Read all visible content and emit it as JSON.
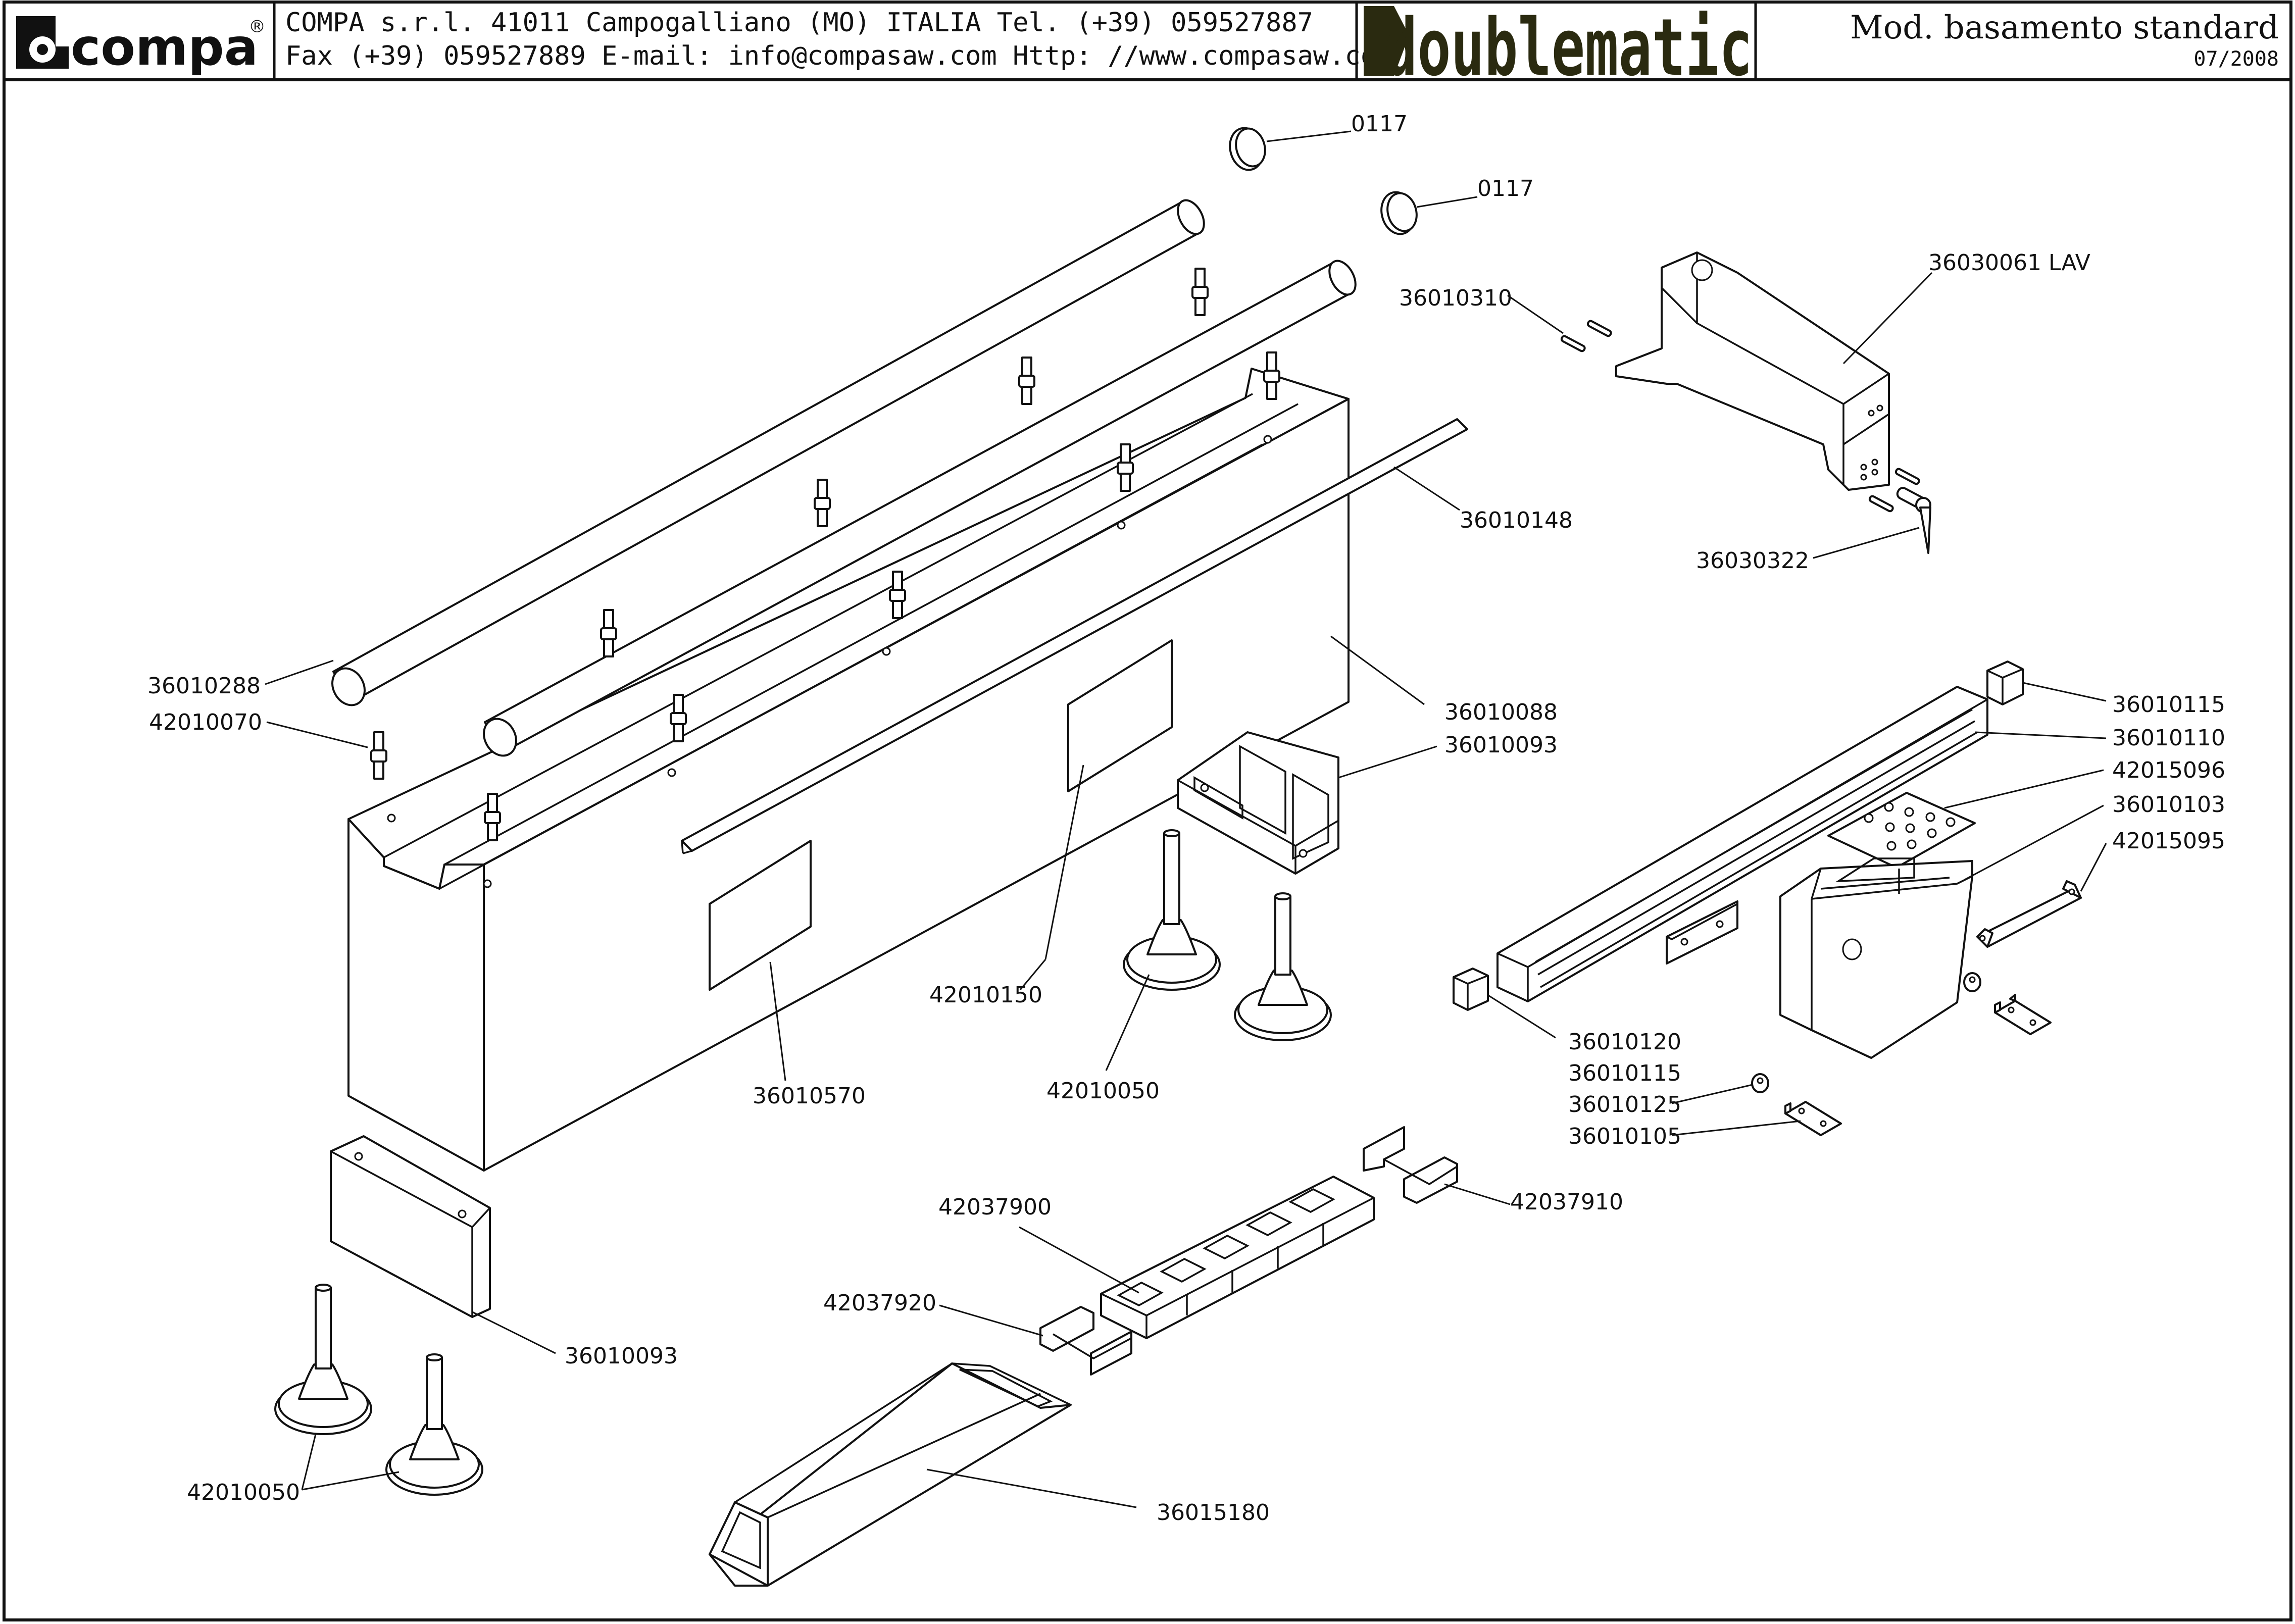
{
  "header": {
    "brand": "compa",
    "brand_mark": "®",
    "address_line1": "COMPA s.r.l. 41011 Campogalliano (MO) ITALIA Tel. (+39) 059527887",
    "address_line2": "Fax (+39) 059527889 E-mail: info@compasaw.com Http: //www.compasaw.com",
    "product_logo": "doublematic",
    "model": "Mod. basamento standard",
    "date": "07/2008"
  },
  "labels": {
    "p0117_a": "0117",
    "p0117_b": "0117",
    "p36010310": "36010310",
    "p36030061": "36030061 LAV",
    "p36010148": "36010148",
    "p36030322": "36030322",
    "p36010288": "36010288",
    "p42010070": "42010070",
    "p36010088": "36010088",
    "p36010093_a": "36010093",
    "p36010115_a": "36010115",
    "p36010110": "36010110",
    "p42015096": "42015096",
    "p36010103": "36010103",
    "p42015095": "42015095",
    "p42010150": "42010150",
    "p36010570": "36010570",
    "p42010050_a": "42010050",
    "p36010120": "36010120",
    "p36010115_b": "36010115",
    "p36010125": "36010125",
    "p36010105": "36010105",
    "p42037900": "42037900",
    "p42037910": "42037910",
    "p42037920": "42037920",
    "p36010093_b": "36010093",
    "p42010050_b": "42010050",
    "p36015180": "36015180"
  }
}
